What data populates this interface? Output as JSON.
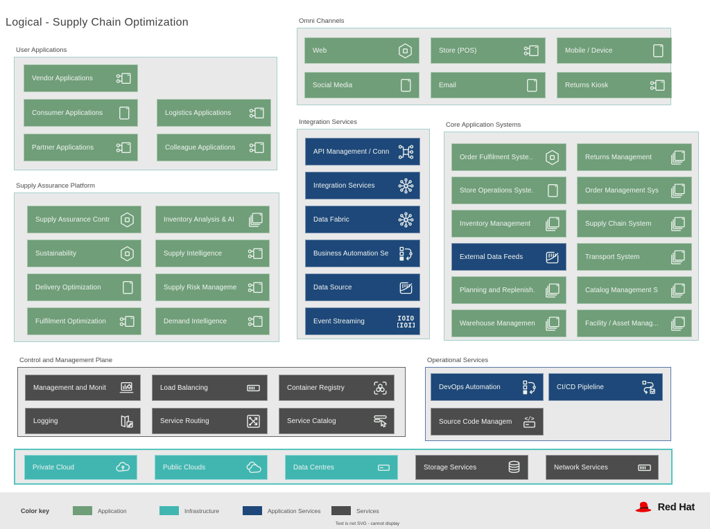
{
  "title": "Logical - Supply Chain Optimization",
  "colors": {
    "application": "#6f9e78",
    "infrastructure": "#41b6b1",
    "application_services": "#1e4879",
    "services": "#4c4c4c",
    "group_background": "#e9e9e9",
    "group_border_teal": "#a5cfca",
    "group_border_gray": "#666666",
    "group_border_blue": "#5878a8",
    "infra_border": "#56c4bf",
    "brand_red": "#ee0000"
  },
  "groups": {
    "user_applications": {
      "label": "User Applications",
      "boxes": [
        {
          "label": "Vendor Applications",
          "icon": "connected-app-icon",
          "type": "application"
        },
        {
          "label": "Consumer Applications",
          "icon": "screen-icon",
          "type": "application"
        },
        {
          "label": "Logistics Applications",
          "icon": "connected-app-icon",
          "type": "application"
        },
        {
          "label": "Partner Applications",
          "icon": "connected-app-icon",
          "type": "application"
        },
        {
          "label": "Colleague Applications",
          "icon": "connected-app-icon",
          "type": "application"
        }
      ]
    },
    "omni_channels": {
      "label": "Omni Channels",
      "boxes": [
        {
          "label": "Web",
          "icon": "hexagon-app-icon",
          "type": "application"
        },
        {
          "label": "Store (POS)",
          "icon": "connected-app-icon",
          "type": "application"
        },
        {
          "label": "Mobile / Device",
          "icon": "screen-icon",
          "type": "application"
        },
        {
          "label": "Social Media",
          "icon": "screen-icon",
          "type": "application"
        },
        {
          "label": "Email",
          "icon": "screen-icon",
          "type": "application"
        },
        {
          "label": "Returns Kiosk",
          "icon": "connected-app-icon",
          "type": "application"
        }
      ]
    },
    "supply_assurance_platform": {
      "label": "Supply Assurance Platform",
      "boxes": [
        {
          "label": "Supply Assurance Contr",
          "icon": "hexagon-app-icon",
          "type": "application"
        },
        {
          "label": "Inventory Analysis & AI",
          "icon": "multi-instance-icon",
          "type": "application"
        },
        {
          "label": "Sustainability",
          "icon": "hexagon-app-icon",
          "type": "application"
        },
        {
          "label": "Supply Intelligence",
          "icon": "connected-app-icon",
          "type": "application"
        },
        {
          "label": "Delivery Optimization",
          "icon": "screen-icon",
          "type": "application"
        },
        {
          "label": "Supply Risk Manageme",
          "icon": "connected-app-icon",
          "type": "application"
        },
        {
          "label": "Fulfilment Optimization",
          "icon": "connected-app-icon",
          "type": "application"
        },
        {
          "label": "Demand Intelligence",
          "icon": "connected-app-icon",
          "type": "application"
        }
      ]
    },
    "integration_services": {
      "label": "Integration Services",
      "boxes": [
        {
          "label": "API Management / Conn",
          "icon": "api-gateway-icon",
          "type": "application_services"
        },
        {
          "label": "Integration Services",
          "icon": "integration-hub-icon",
          "type": "application_services"
        },
        {
          "label": "Data Fabric",
          "icon": "data-fabric-icon",
          "type": "application_services"
        },
        {
          "label": "Business Automation Se",
          "icon": "automation-icon",
          "type": "application_services"
        },
        {
          "label": "Data Source",
          "icon": "data-chart-icon",
          "type": "application_services"
        },
        {
          "label": "Event Streaming",
          "icon": "event-streaming-icon",
          "type": "application_services"
        }
      ]
    },
    "core_application_systems": {
      "label": "Core Application Systems",
      "boxes": [
        {
          "label": "Order Fulfilment Syste..",
          "icon": "hexagon-app-icon",
          "type": "application"
        },
        {
          "label": "Returns Management",
          "icon": "multi-instance-icon",
          "type": "application"
        },
        {
          "label": "Store Operations Syste.",
          "icon": "screen-icon",
          "type": "application"
        },
        {
          "label": "Order Management Sys",
          "icon": "multi-instance-icon",
          "type": "application"
        },
        {
          "label": "Inventory Management",
          "icon": "multi-instance-icon",
          "type": "application"
        },
        {
          "label": "Supply Chain System",
          "icon": "multi-instance-icon",
          "type": "application"
        },
        {
          "label": "External Data Feeds",
          "icon": "data-chart-icon",
          "type": "application_services"
        },
        {
          "label": "Transport System",
          "icon": "multi-instance-icon",
          "type": "application"
        },
        {
          "label": "Planning and Replenish.",
          "icon": "multi-instance-icon",
          "type": "application"
        },
        {
          "label": "Catalog Management S",
          "icon": "multi-instance-icon",
          "type": "application"
        },
        {
          "label": "Warehouse Managemen",
          "icon": "multi-instance-icon",
          "type": "application"
        },
        {
          "label": "Facility / Asset Manag...",
          "icon": "multi-instance-icon",
          "type": "application"
        }
      ]
    },
    "control_management_plane": {
      "label": "Control and Management Plane",
      "boxes": [
        {
          "label": "Management and Monit",
          "icon": "monitoring-icon",
          "type": "services"
        },
        {
          "label": "Load Balancing",
          "icon": "server-icon",
          "type": "services"
        },
        {
          "label": "Container Registry",
          "icon": "container-registry-icon",
          "type": "services"
        },
        {
          "label": "Logging",
          "icon": "logging-icon",
          "type": "services"
        },
        {
          "label": "Service Routing",
          "icon": "service-routing-icon",
          "type": "services"
        },
        {
          "label": "Service Catalog",
          "icon": "service-catalog-icon",
          "type": "services"
        }
      ]
    },
    "operational_services": {
      "label": "Operational Services",
      "boxes": [
        {
          "label": "DevOps Automation",
          "icon": "automation-icon",
          "type": "application_services"
        },
        {
          "label": "CI/CD Pipleline",
          "icon": "cicd-pipeline-icon",
          "type": "application_services"
        },
        {
          "label": "Source Code Managem",
          "icon": "source-code-icon",
          "type": "services"
        }
      ]
    },
    "infrastructure": {
      "label": "",
      "boxes": [
        {
          "label": "Private Cloud",
          "icon": "private-cloud-icon",
          "type": "infrastructure"
        },
        {
          "label": "Public Clouds",
          "icon": "public-clouds-icon",
          "type": "infrastructure"
        },
        {
          "label": "Data Centres",
          "icon": "data-centre-icon",
          "type": "infrastructure"
        },
        {
          "label": "Storage Services",
          "icon": "storage-icon",
          "type": "services"
        },
        {
          "label": "Network Services",
          "icon": "server-icon",
          "type": "services"
        }
      ]
    }
  },
  "legend": {
    "title": "Color key",
    "items": [
      {
        "label": "Application",
        "type": "application"
      },
      {
        "label": "Infrastructure",
        "type": "infrastructure"
      },
      {
        "label": "Application Services",
        "type": "application_services"
      },
      {
        "label": "Services",
        "type": "services"
      }
    ]
  },
  "footer_note": "Text is not SVG - cannot display",
  "brand": {
    "name": "Red Hat"
  }
}
